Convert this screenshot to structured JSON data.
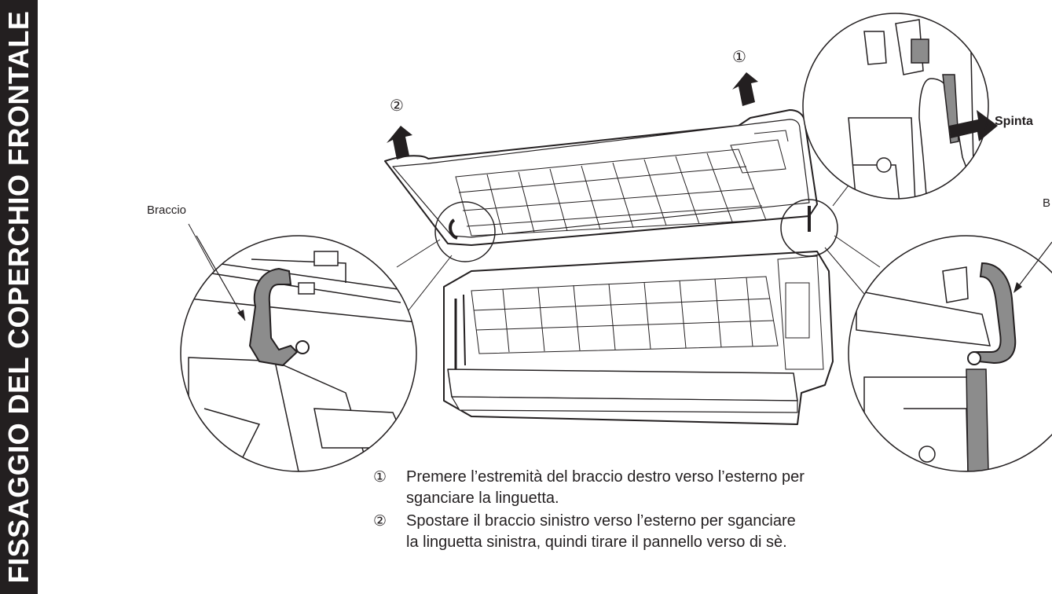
{
  "sidebar": {
    "title": "FISSAGGIO DEL COPERCHIO FRONTALE"
  },
  "labels": {
    "left_arm": "Braccio",
    "right_arm_partial": "B",
    "push": "Spinta"
  },
  "step_markers": {
    "one": "①",
    "two": "②"
  },
  "instructions": [
    {
      "num": "①",
      "line1": "Premere l’estremità del braccio destro verso l’esterno per",
      "line2": "sganciare la linguetta."
    },
    {
      "num": "②",
      "line1": "Spostare il braccio sinistro verso l’esterno per sganciare",
      "line2": "la linguetta sinistra, quindi tirare il pannello verso di sè."
    }
  ],
  "colors": {
    "ink": "#231f20",
    "arm_fill": "#8c8c8c",
    "sidebar": "#231f20"
  }
}
